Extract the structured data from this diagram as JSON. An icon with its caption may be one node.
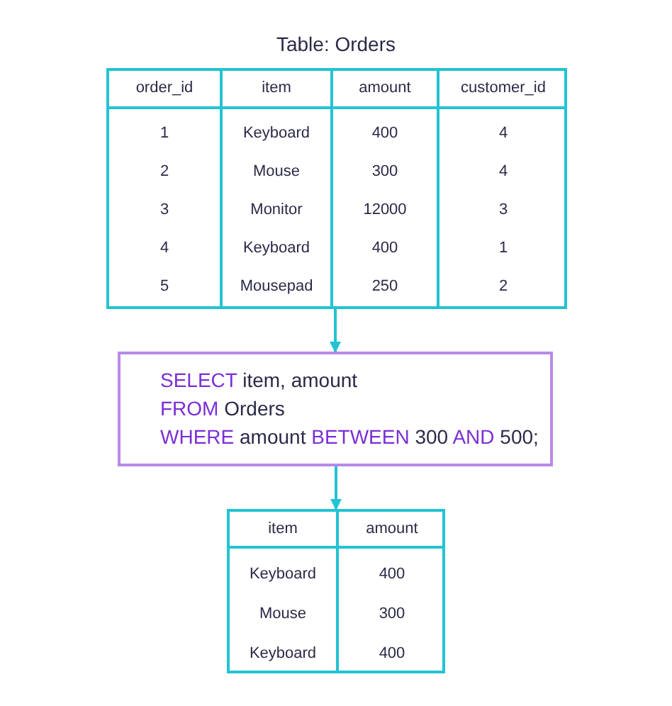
{
  "diagram": {
    "title": "Table: Orders",
    "nodes": [
      {
        "text": [
          "order_id",
          "item",
          "amount",
          "customer_id",
          "1",
          "Keyboard",
          "400",
          "4",
          "2",
          "Mouse",
          "300",
          "4",
          "3",
          "Monitor",
          "12000",
          "3",
          "4",
          "Keyboard",
          "400",
          "1",
          "5",
          "Mousepad",
          "250",
          "2"
        ]
      },
      {
        "text": [
          "SELECT item, amount",
          "FROM Orders",
          "WHERE amount BETWEEN 300 AND 500;"
        ]
      },
      {
        "text": [
          "item",
          "amount",
          "Keyboard",
          "400",
          "Mouse",
          "300",
          "Keyboard",
          "400"
        ]
      }
    ],
    "edges": [
      {
        "from": 0,
        "to": 1,
        "arrow": "to"
      },
      {
        "from": 1,
        "to": 2,
        "arrow": "to"
      }
    ]
  }
}
